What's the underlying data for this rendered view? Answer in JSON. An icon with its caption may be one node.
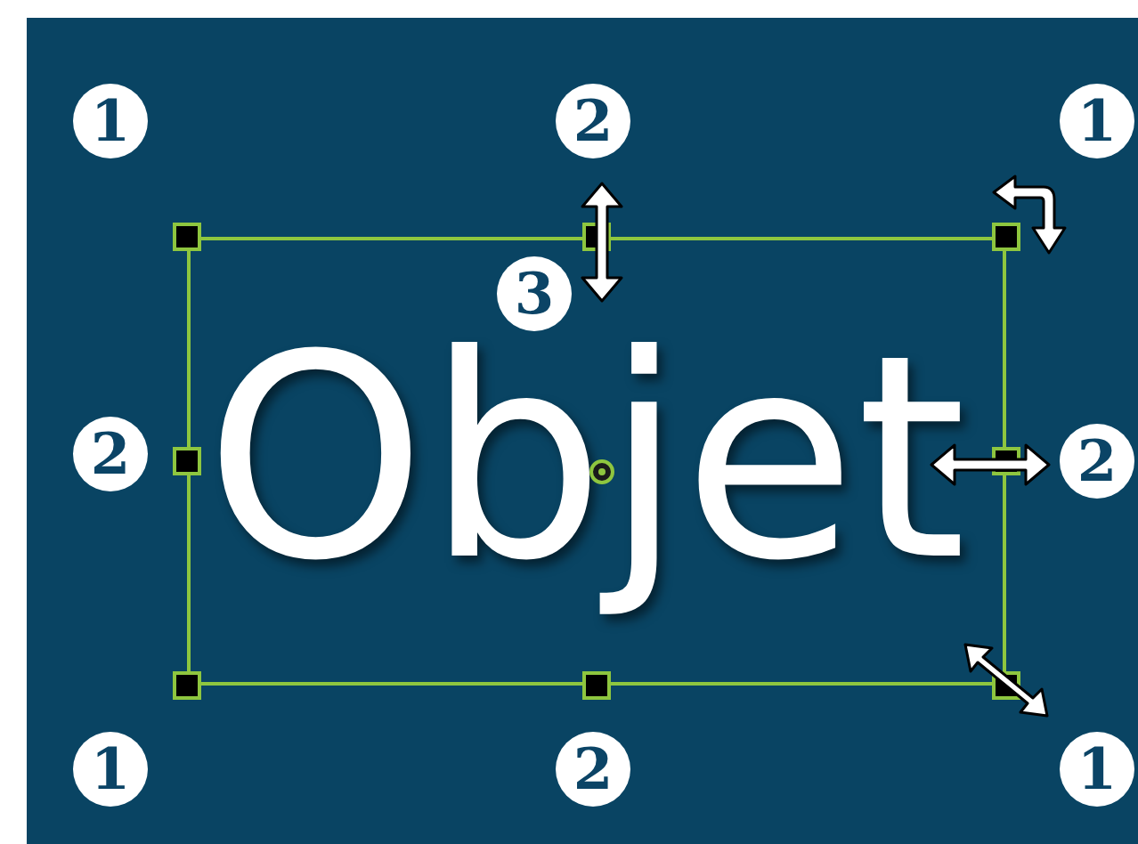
{
  "diagram": {
    "nodes": [
      {
        "text": [
          "Objet"
        ]
      }
    ],
    "labels": [
      "1",
      "2",
      "1",
      "3",
      "2",
      "2",
      "1",
      "2",
      "1"
    ]
  }
}
